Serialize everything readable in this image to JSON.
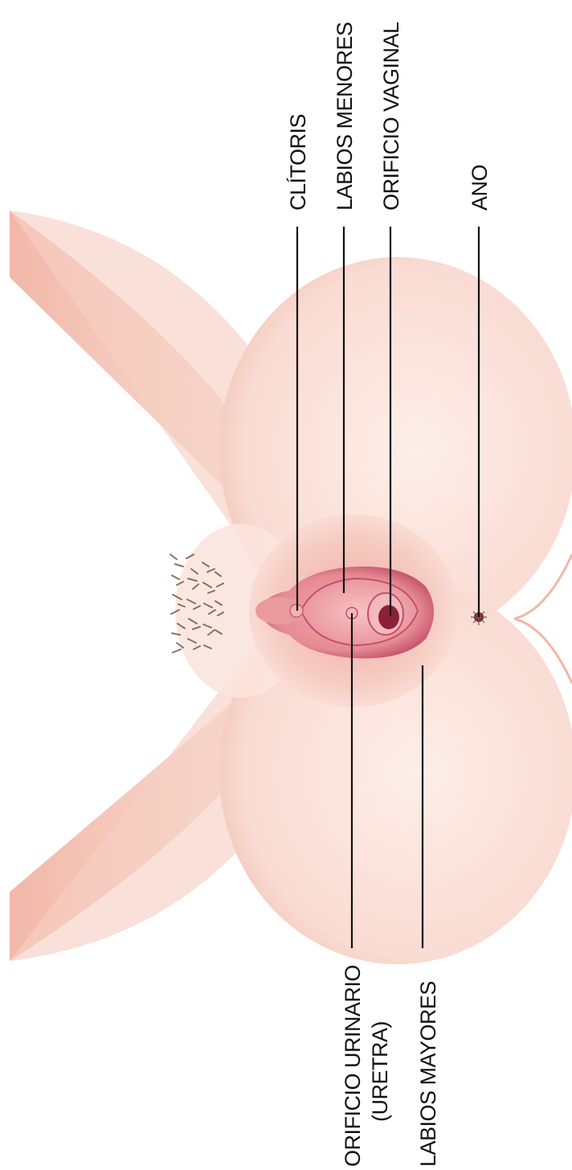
{
  "labels": {
    "clitoris": "CLÍTORIS",
    "labios_menores": "LABIOS MENORES",
    "orificio_vaginal": "ORIFICIO VAGINAL",
    "ano": "ANO",
    "orificio_urinario_line1": "ORIFICIO URINARIO",
    "orificio_urinario_line2": "(URETRA)",
    "labios_mayores": "LABIOS MAYORES"
  },
  "colors": {
    "skin_light": "#fbe6e0",
    "skin_mid": "#f6cfc3",
    "skin_dark": "#f2b8a8",
    "mucosa": "#e58a93",
    "mucosa_dark": "#c4506a",
    "opening": "#8c1f3a",
    "hair": "#7a5a44",
    "text": "#111111"
  }
}
